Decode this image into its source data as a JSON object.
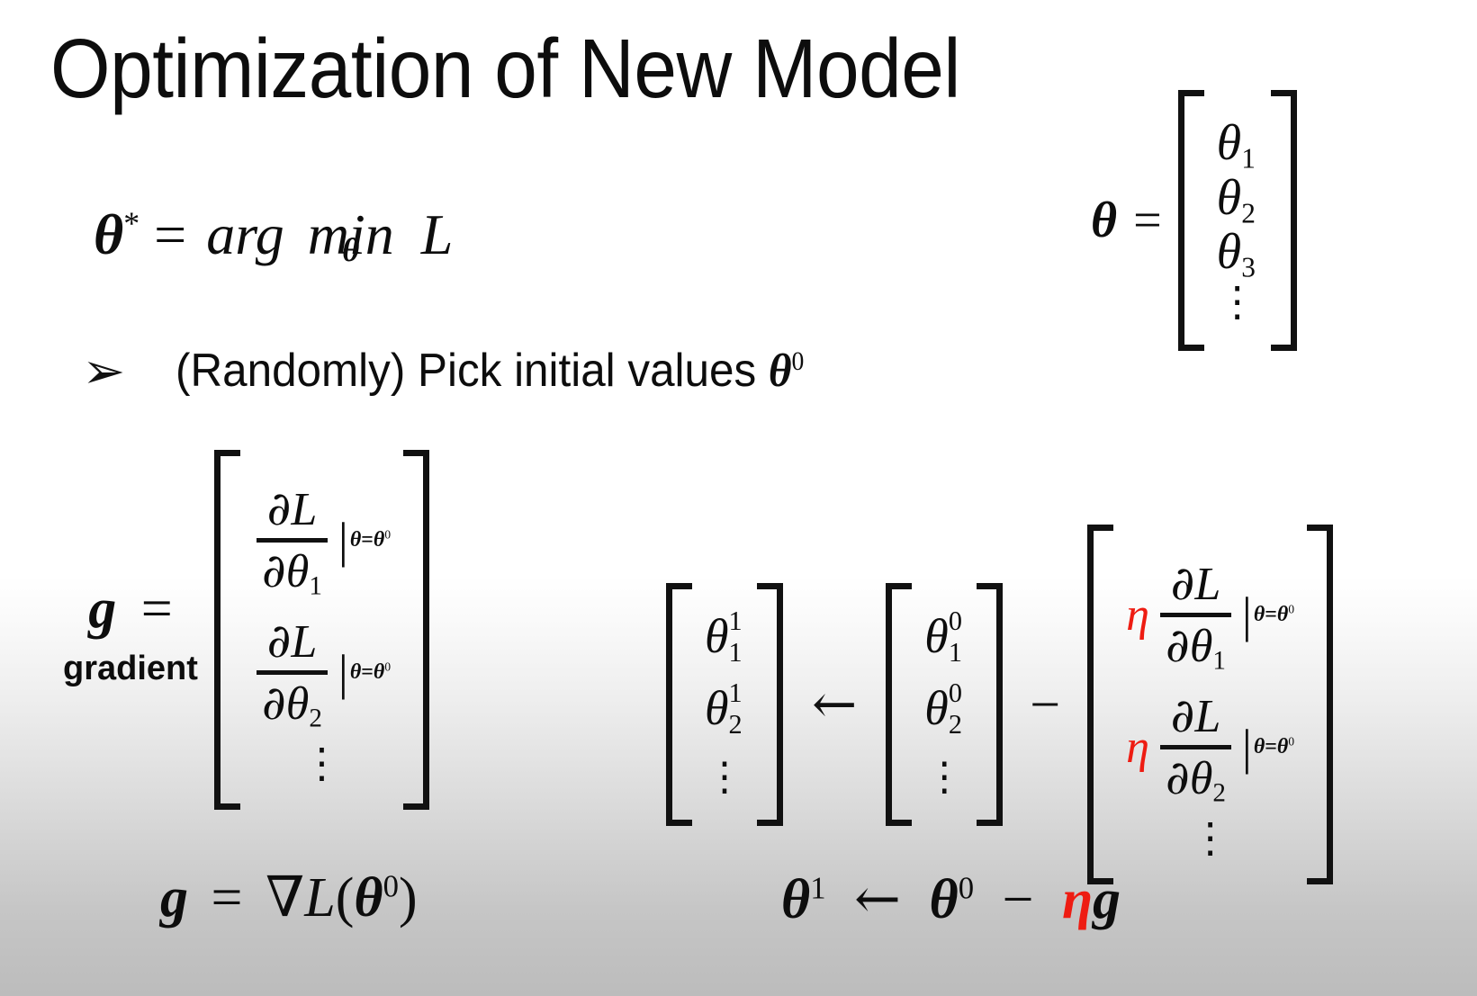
{
  "slide": {
    "title": "Optimization of New Model",
    "background": {
      "top_color": "#ffffff",
      "bottom_color": "#bcbcbc"
    },
    "accent_color": "#ee1c12"
  },
  "equations": {
    "argmin": {
      "lhs_symbol": "θ",
      "lhs_superscript": "*",
      "equals": "=",
      "operator": "arg min",
      "operator_subscript": "θ",
      "objective": "L"
    },
    "theta_vector": {
      "symbol": "θ",
      "equals": "=",
      "rows": [
        "θ",
        "θ",
        "θ"
      ],
      "row_subscripts": [
        "1",
        "2",
        "3"
      ],
      "ellipsis": "⋮"
    },
    "gradient": {
      "symbol": "g",
      "equals": "=",
      "caption": "gradient",
      "rows": [
        {
          "numerator_partial": "∂",
          "numerator_fn": "L",
          "denominator_partial": "∂",
          "denominator_var": "θ",
          "denominator_index": "1",
          "eval_bar": "|",
          "eval_var": "θ",
          "eval_equals": "=",
          "eval_value": "θ",
          "eval_value_sup": "0"
        },
        {
          "numerator_partial": "∂",
          "numerator_fn": "L",
          "denominator_partial": "∂",
          "denominator_var": "θ",
          "denominator_index": "2",
          "eval_bar": "|",
          "eval_var": "θ",
          "eval_equals": "=",
          "eval_value": "θ",
          "eval_value_sup": "0"
        }
      ],
      "ellipsis": "⋮"
    },
    "update": {
      "new_vector": {
        "rows": [
          "θ",
          "θ"
        ],
        "superscripts": [
          "1",
          "1"
        ],
        "subscripts": [
          "1",
          "2"
        ],
        "ellipsis": "⋮"
      },
      "arrow": "←",
      "old_vector": {
        "rows": [
          "θ",
          "θ"
        ],
        "superscripts": [
          "0",
          "0"
        ],
        "subscripts": [
          "1",
          "2"
        ],
        "ellipsis": "⋮"
      },
      "minus": "−",
      "step_vector": {
        "learning_rate": "η",
        "rows": [
          {
            "numerator_partial": "∂",
            "numerator_fn": "L",
            "denominator_partial": "∂",
            "denominator_var": "θ",
            "denominator_index": "1",
            "eval_bar": "|",
            "eval_var": "θ",
            "eval_equals": "=",
            "eval_value": "θ",
            "eval_value_sup": "0"
          },
          {
            "numerator_partial": "∂",
            "numerator_fn": "L",
            "denominator_partial": "∂",
            "denominator_var": "θ",
            "denominator_index": "2",
            "eval_bar": "|",
            "eval_var": "θ",
            "eval_equals": "=",
            "eval_value": "θ",
            "eval_value_sup": "0"
          }
        ],
        "ellipsis": "⋮"
      }
    },
    "bottom_left": {
      "lhs": "g",
      "equals": "=",
      "nabla": "∇",
      "fn": "L",
      "open_paren": "(",
      "arg": "θ",
      "arg_sup": "0",
      "close_paren": ")"
    },
    "bottom_right": {
      "lhs": "θ",
      "lhs_sup": "1",
      "arrow": "←",
      "rhs": "θ",
      "rhs_sup": "0",
      "minus": "−",
      "learning_rate": "η",
      "gradient_symbol": "g"
    }
  },
  "bullet": {
    "marker": "➢",
    "text": "(Randomly) Pick initial values ",
    "symbol": "θ",
    "symbol_sup": "0"
  }
}
